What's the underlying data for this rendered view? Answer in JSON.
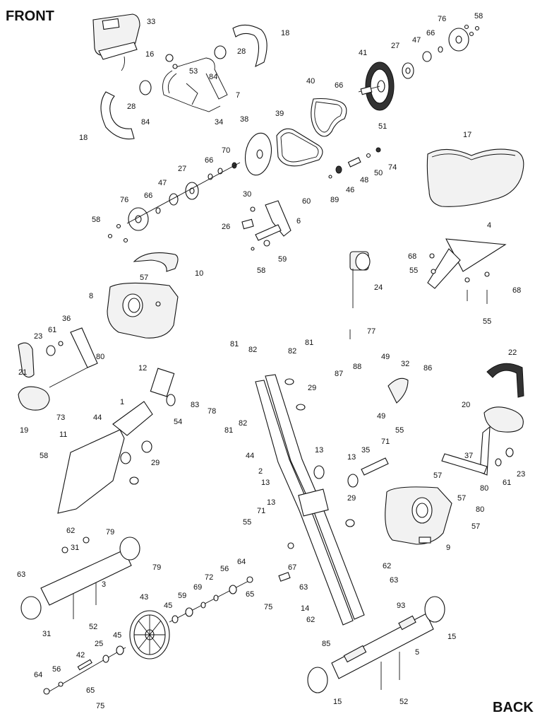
{
  "corner_labels": {
    "front": "FRONT",
    "back": "BACK"
  },
  "callouts": [
    "33",
    "16",
    "18",
    "28",
    "53",
    "84",
    "7",
    "28",
    "84",
    "34",
    "18",
    "76",
    "58",
    "27",
    "47",
    "66",
    "41",
    "66",
    "40",
    "51",
    "39",
    "38",
    "70",
    "66",
    "27",
    "47",
    "66",
    "76",
    "58",
    "17",
    "74",
    "50",
    "48",
    "46",
    "89",
    "30",
    "60",
    "26",
    "6",
    "59",
    "58",
    "10",
    "4",
    "68",
    "55",
    "68",
    "55",
    "24",
    "57",
    "8",
    "36",
    "61",
    "23",
    "21",
    "80",
    "77",
    "12",
    "81",
    "82",
    "82",
    "81",
    "29",
    "49",
    "32",
    "87",
    "88",
    "86",
    "49",
    "22",
    "83",
    "78",
    "81",
    "82",
    "73",
    "44",
    "11",
    "54",
    "1",
    "19",
    "20",
    "44",
    "58",
    "13",
    "29",
    "13",
    "13",
    "35",
    "71",
    "55",
    "2",
    "37",
    "61",
    "23",
    "57",
    "80",
    "57",
    "80",
    "57",
    "71",
    "55",
    "13",
    "29",
    "9",
    "67",
    "62",
    "79",
    "63",
    "31",
    "79",
    "3",
    "43",
    "45",
    "59",
    "69",
    "72",
    "56",
    "64",
    "65",
    "75",
    "62",
    "63",
    "14",
    "62",
    "63",
    "93",
    "52",
    "31",
    "15",
    "25",
    "45",
    "42",
    "85",
    "5",
    "64",
    "56",
    "65",
    "75",
    "15",
    "52"
  ]
}
